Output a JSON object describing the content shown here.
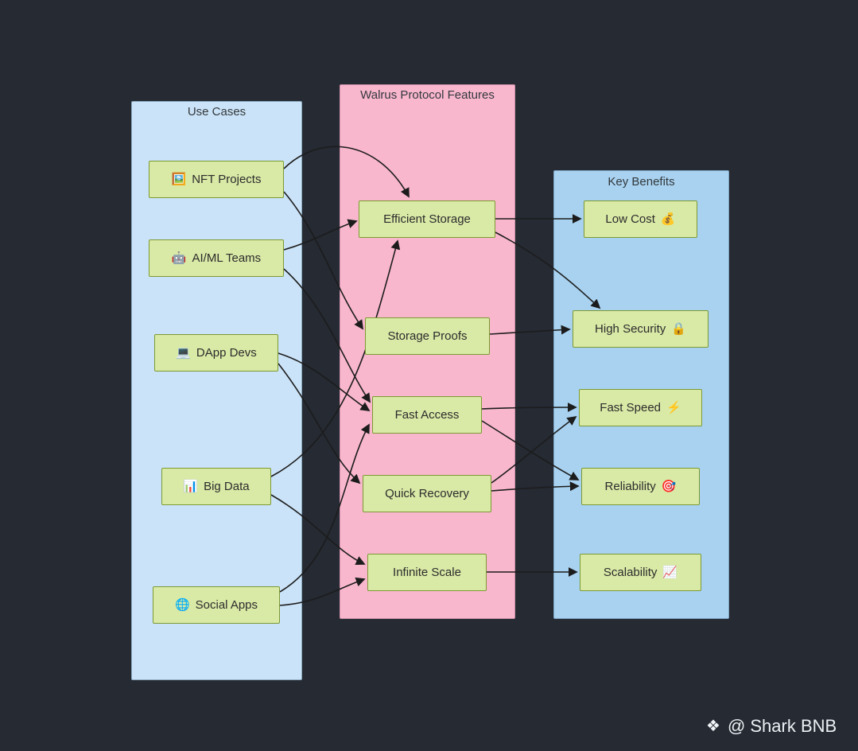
{
  "colors": {
    "background": "#252a33",
    "use_cases_fill": "#cbe3f8",
    "features_fill": "#f9b7ce",
    "benefits_fill": "#a8d2f0",
    "node_fill": "#d9e9a6",
    "node_border": "#7d9a33",
    "edge": "#1c1c1c"
  },
  "columns": {
    "use_cases": {
      "title": "Use Cases",
      "nodes": [
        {
          "icon": "🖼️",
          "label": "NFT Projects"
        },
        {
          "icon": "🤖",
          "label": "AI/ML Teams"
        },
        {
          "icon": "💻",
          "label": "DApp Devs"
        },
        {
          "icon": "📊",
          "label": "Big Data"
        },
        {
          "icon": "🌐",
          "label": "Social Apps"
        }
      ]
    },
    "features": {
      "title": "Walrus Protocol Features",
      "nodes": [
        {
          "label": "Efficient Storage"
        },
        {
          "label": "Storage Proofs"
        },
        {
          "label": "Fast Access"
        },
        {
          "label": "Quick Recovery"
        },
        {
          "label": "Infinite Scale"
        }
      ]
    },
    "benefits": {
      "title": "Key Benefits",
      "nodes": [
        {
          "label": "Low Cost",
          "icon": "💰"
        },
        {
          "label": "High Security",
          "icon": "🔒"
        },
        {
          "label": "Fast Speed",
          "icon": "⚡"
        },
        {
          "label": "Reliability",
          "icon": "🎯"
        },
        {
          "label": "Scalability",
          "icon": "📈"
        }
      ]
    }
  },
  "edges": [
    {
      "from": "NFT Projects",
      "to": "Efficient Storage"
    },
    {
      "from": "NFT Projects",
      "to": "Storage Proofs"
    },
    {
      "from": "AI/ML Teams",
      "to": "Efficient Storage"
    },
    {
      "from": "AI/ML Teams",
      "to": "Fast Access"
    },
    {
      "from": "DApp Devs",
      "to": "Fast Access"
    },
    {
      "from": "DApp Devs",
      "to": "Quick Recovery"
    },
    {
      "from": "Big Data",
      "to": "Efficient Storage"
    },
    {
      "from": "Big Data",
      "to": "Infinite Scale"
    },
    {
      "from": "Social Apps",
      "to": "Fast Access"
    },
    {
      "from": "Social Apps",
      "to": "Infinite Scale"
    },
    {
      "from": "Efficient Storage",
      "to": "Low Cost"
    },
    {
      "from": "Efficient Storage",
      "to": "High Security"
    },
    {
      "from": "Storage Proofs",
      "to": "High Security"
    },
    {
      "from": "Fast Access",
      "to": "Fast Speed"
    },
    {
      "from": "Fast Access",
      "to": "Reliability"
    },
    {
      "from": "Quick Recovery",
      "to": "Fast Speed"
    },
    {
      "from": "Quick Recovery",
      "to": "Reliability"
    },
    {
      "from": "Infinite Scale",
      "to": "Scalability"
    }
  ],
  "watermark": {
    "icon_glyph": "❖",
    "text": "@ Shark BNB"
  }
}
